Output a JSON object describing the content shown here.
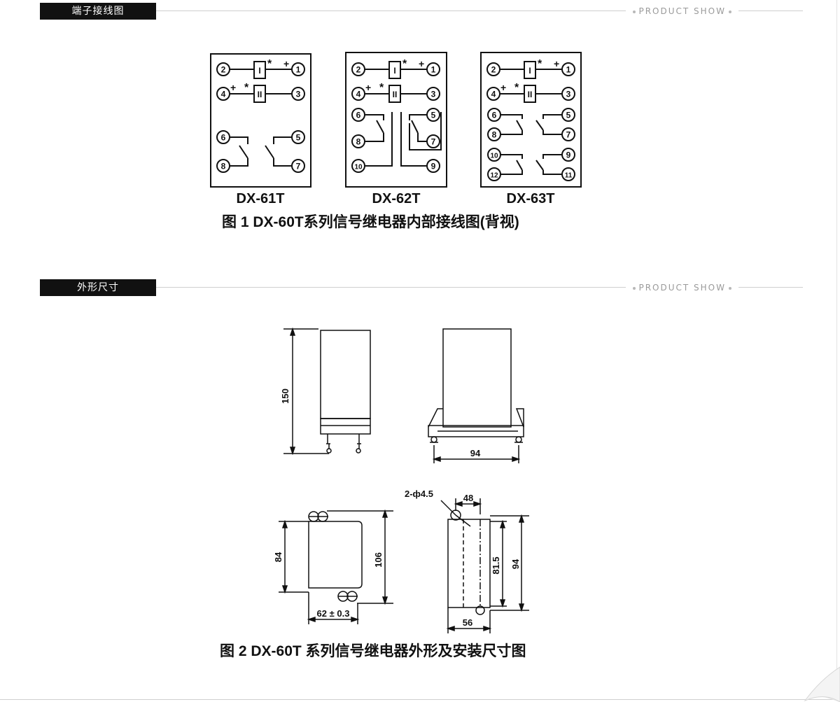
{
  "sections": [
    {
      "title": "端子接线图",
      "tag": "PRODUCT SHOW"
    },
    {
      "title": "外形尺寸",
      "tag": "PRODUCT SHOW"
    }
  ],
  "figure1": {
    "models": [
      {
        "name": "DX-61T"
      },
      {
        "name": "DX-62T"
      },
      {
        "name": "DX-63T"
      }
    ],
    "coil_labels": {
      "one": "I",
      "two": "II"
    },
    "marks": {
      "star": "*",
      "plus": "+"
    },
    "terminal_numbers": [
      "1",
      "2",
      "3",
      "4",
      "5",
      "6",
      "7",
      "8",
      "9",
      "10",
      "11",
      "12"
    ],
    "caption": "图 1   DX-60T系列信号继电器内部接线图(背视)"
  },
  "figure2": {
    "dims": {
      "height": "150",
      "base_width": "94",
      "panel_height": "84",
      "mount_height": "106",
      "mount_width": "62 ± 0.3",
      "holes": "2-ф4.5",
      "hole_offset": "48",
      "inner_height": "81.5",
      "outer_height": "94",
      "bottom_width": "56"
    },
    "caption": "图 2   DX-60T 系列信号继电器外形及安装尺寸图"
  }
}
